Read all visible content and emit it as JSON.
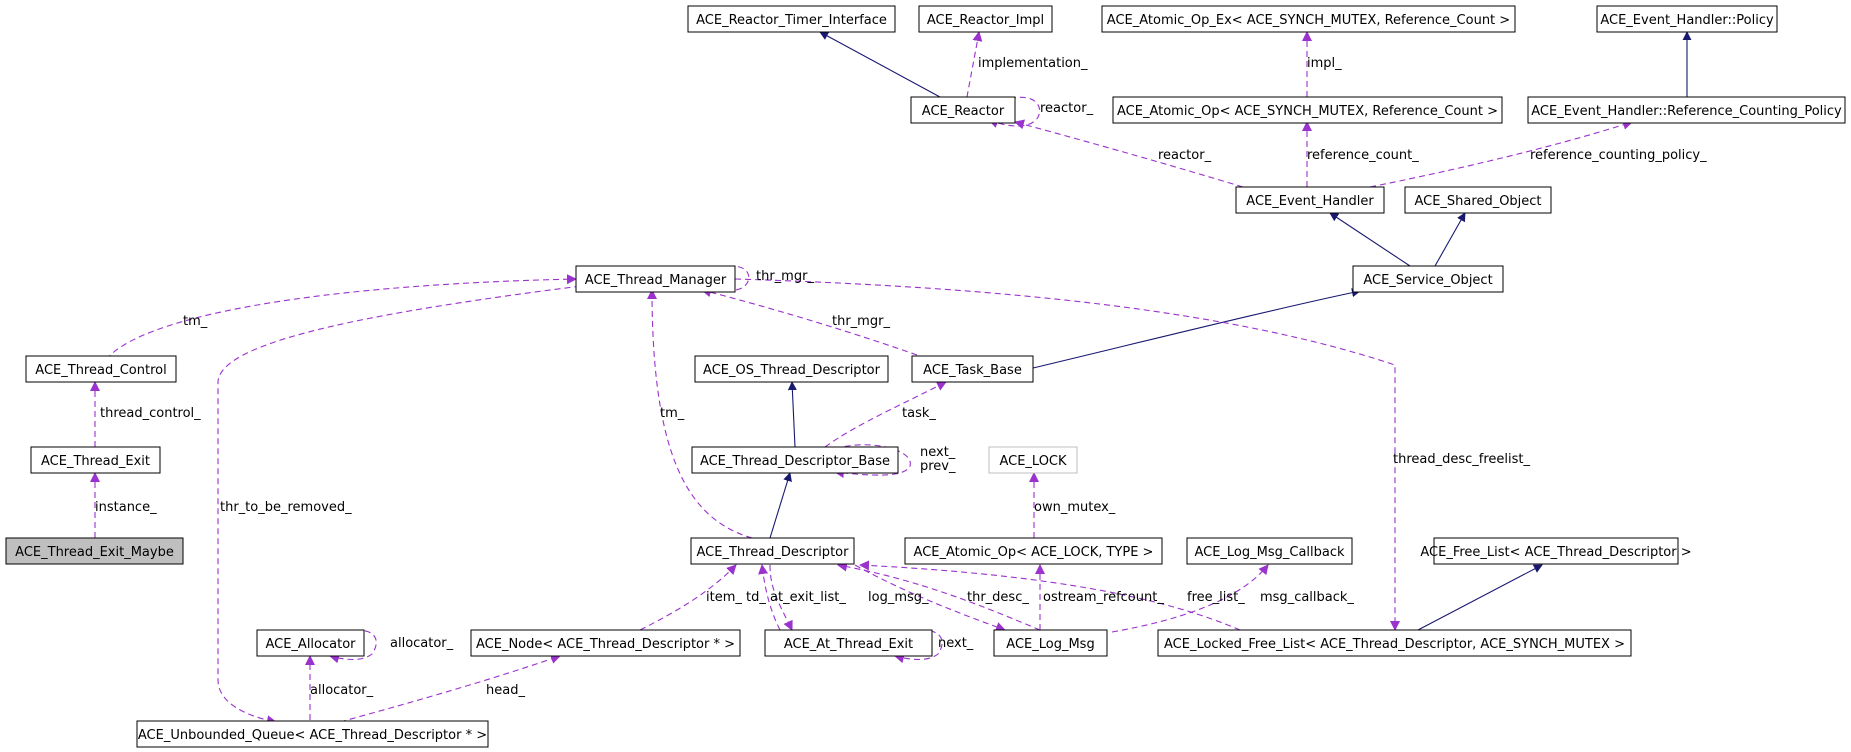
{
  "colors": {
    "inherit": "#191970",
    "usage": "#9a32cd",
    "focus_fill": "#bfbfbf",
    "ghost_border": "#bfbfbf"
  },
  "nodes": {
    "reactor_timer_interface": "ACE_Reactor_Timer_Interface",
    "reactor_impl": "ACE_Reactor_Impl",
    "atomic_op_ex": "ACE_Atomic_Op_Ex< ACE_SYNCH_MUTEX, Reference_Count >",
    "eh_policy": "ACE_Event_Handler::Policy",
    "reactor": "ACE_Reactor",
    "atomic_op_mutex": "ACE_Atomic_Op< ACE_SYNCH_MUTEX, Reference_Count >",
    "eh_rcp": "ACE_Event_Handler::Reference_Counting_Policy",
    "event_handler": "ACE_Event_Handler",
    "shared_object": "ACE_Shared_Object",
    "thread_manager": "ACE_Thread_Manager",
    "service_object": "ACE_Service_Object",
    "thread_control": "ACE_Thread_Control",
    "os_thread_descriptor": "ACE_OS_Thread_Descriptor",
    "task_base": "ACE_Task_Base",
    "thread_exit": "ACE_Thread_Exit",
    "thread_descriptor_base": "ACE_Thread_Descriptor_Base",
    "ace_lock": "ACE_LOCK",
    "thread_exit_maybe": "ACE_Thread_Exit_Maybe",
    "thread_descriptor": "ACE_Thread_Descriptor",
    "atomic_op_lock": "ACE_Atomic_Op< ACE_LOCK, TYPE >",
    "log_msg_callback": "ACE_Log_Msg_Callback",
    "free_list": "ACE_Free_List< ACE_Thread_Descriptor >",
    "allocator": "ACE_Allocator",
    "node_td": "ACE_Node< ACE_Thread_Descriptor * >",
    "at_thread_exit": "ACE_At_Thread_Exit",
    "log_msg": "ACE_Log_Msg",
    "locked_free_list": "ACE_Locked_Free_List< ACE_Thread_Descriptor, ACE_SYNCH_MUTEX >",
    "unbounded_queue": "ACE_Unbounded_Queue< ACE_Thread_Descriptor * >"
  },
  "edge_labels": {
    "implementation": "implementation_",
    "reactor_self": "reactor_",
    "impl": "impl_",
    "reactor": "reactor_",
    "reference_count": "reference_count_",
    "reference_counting_policy": "reference_counting_policy_",
    "thr_mgr_self": "thr_mgr_",
    "tm_control": "tm_",
    "thr_mgr": "thr_mgr_",
    "thread_control": "thread_control_",
    "tm_desc": "tm_",
    "task": "task_",
    "next_prev": "next_\nprev_",
    "instance": "instance_",
    "thr_to_be_removed": "thr_to_be_removed_",
    "own_mutex": "own_mutex_",
    "thread_desc_freelist": "thread_desc_freelist_",
    "item_td": "item_ td_",
    "at_exit_list": "at_exit_list_",
    "log_msg": "log_msg_",
    "thr_desc": "thr_desc_",
    "ostream_refcount": "ostream_refcount_",
    "free_list": "free_list_",
    "msg_callback": "msg_callback_",
    "allocator_self": "allocator_",
    "next": "next_",
    "allocator": "allocator_",
    "head": "head_"
  }
}
